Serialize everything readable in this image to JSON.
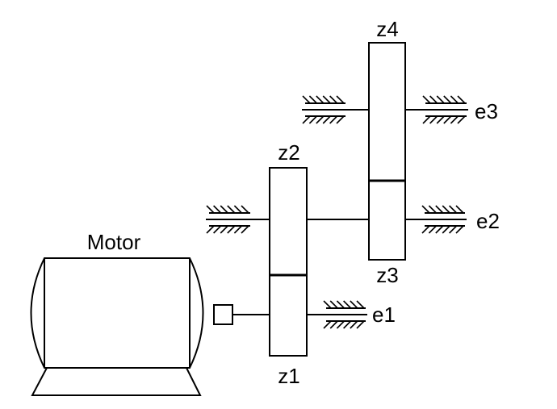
{
  "labels": {
    "motor": "Motor",
    "z1": "z1",
    "z2": "z2",
    "z3": "z3",
    "z4": "z4",
    "e1": "e1",
    "e2": "e2",
    "e3": "e3"
  },
  "colors": {
    "stroke": "#000000",
    "background": "#ffffff"
  }
}
